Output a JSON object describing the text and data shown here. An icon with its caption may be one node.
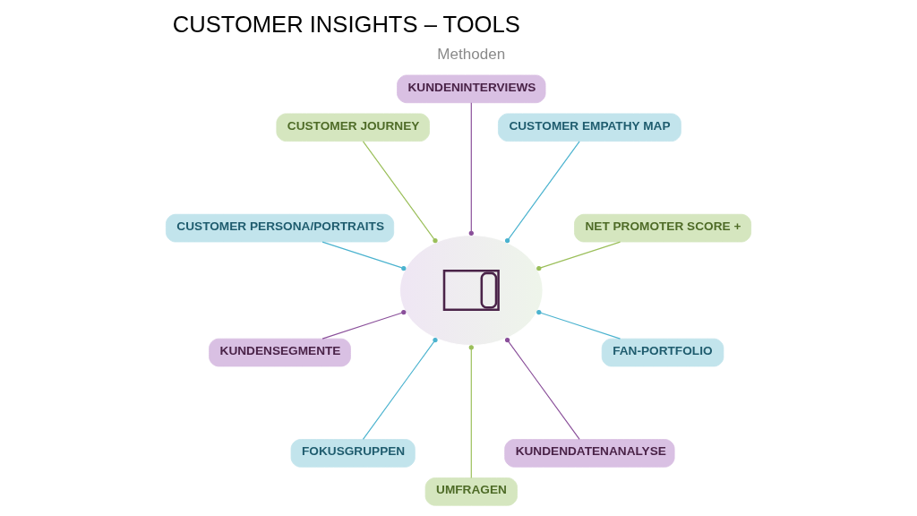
{
  "diagram": {
    "title": "CUSTOMER INSIGHTS – TOOLS",
    "nodes": [
      {
        "text": [],
        "shape": "picture"
      },
      {
        "text": [
          "CUSTOMER JOURNEY"
        ]
      },
      {
        "text": [
          "KUNDENINTERVIEWS"
        ]
      },
      {
        "text": [
          "CUSTOMER PERSONA/PORTRAITS"
        ]
      },
      {
        "text": [
          "CUSTOMER EMPATHY MAP"
        ]
      },
      {
        "text": [
          "KUNDENSEGMENTE"
        ]
      },
      {
        "text": [
          "NET PROMOTER SCORE +"
        ]
      },
      {
        "text": [
          "FOKUSGRUPPEN"
        ]
      },
      {
        "text": [
          "FAN-PORTFOLIO"
        ]
      },
      {
        "text": [
          "UMFRAGEN"
        ]
      },
      {
        "text": [
          "KUNDENDATENANALYSE"
        ]
      }
    ],
    "edges": [
      {
        "from": 0,
        "to": 1,
        "arrow": "other",
        "color": "#9bbf5a"
      },
      {
        "from": 0,
        "to": 2,
        "arrow": "other",
        "color": "#8a4f9a"
      },
      {
        "from": 0,
        "to": 3,
        "arrow": "other"
      },
      {
        "from": 0,
        "to": 4,
        "arrow": "other"
      },
      {
        "from": 0,
        "to": 5,
        "arrow": "other",
        "color": "#8a4f9a"
      },
      {
        "from": 0,
        "to": 6,
        "arrow": "other",
        "color": "#9bbf5a"
      },
      {
        "from": 0,
        "to": 7,
        "arrow": "other"
      },
      {
        "from": 0,
        "to": 8,
        "arrow": "other"
      },
      {
        "from": 0,
        "to": 9,
        "arrow": "other",
        "color": "#9bbf5a"
      },
      {
        "from": 0,
        "to": 10,
        "arrow": "other",
        "color": "#8a4f9a"
      }
    ],
    "labels": [
      "Methoden"
    ]
  }
}
